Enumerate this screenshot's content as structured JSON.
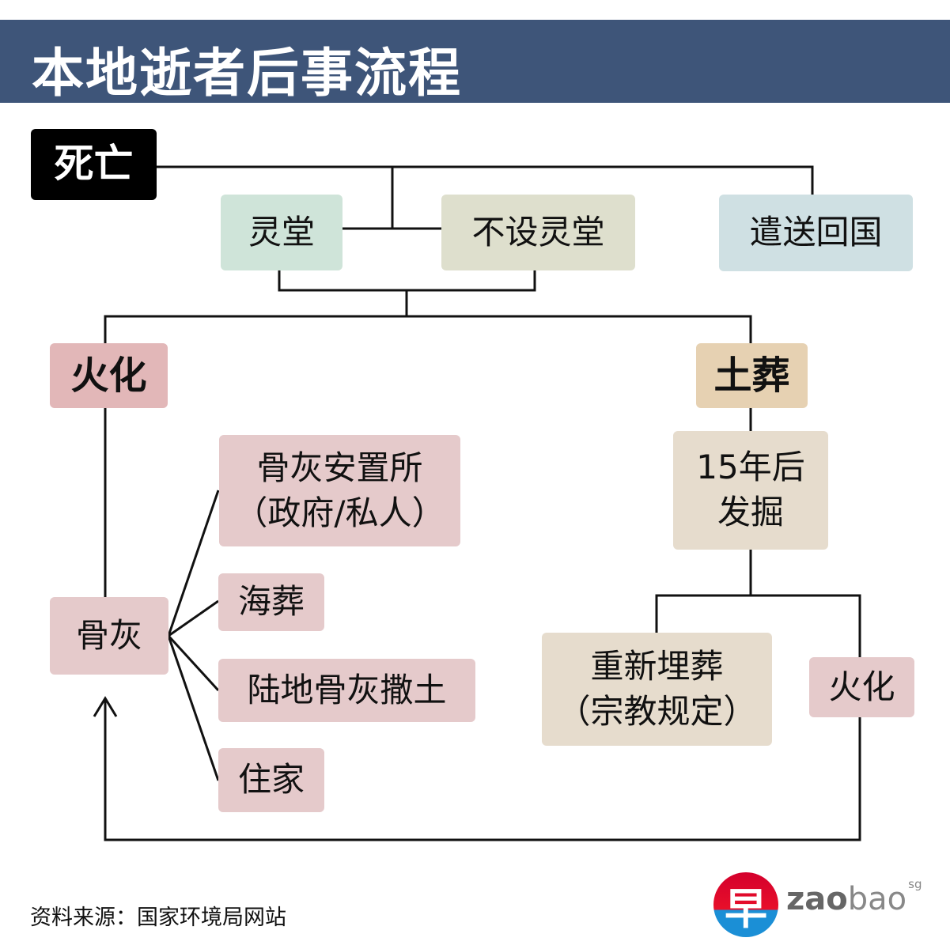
{
  "title": "本地逝者后事流程",
  "nodes": {
    "death": "死亡",
    "hall": "灵堂",
    "no_hall": "不设灵堂",
    "repatriate": "遣送回国",
    "cremation": "火化",
    "burial": "土葬",
    "exhume_1": "15年后",
    "exhume_2": "发掘",
    "columbarium_1": "骨灰安置所",
    "columbarium_2": "（政府/私人）",
    "sea": "海葬",
    "land": "陆地骨灰撒土",
    "home": "住家",
    "ashes": "骨灰",
    "rebury_1": "重新埋葬",
    "rebury_2": "（宗教规定）",
    "cremation2": "火化"
  },
  "source": "资料来源：国家环境局网站",
  "logo": {
    "glyph": "早",
    "bold": "zao",
    "light": "bao",
    "sup": "sg"
  },
  "colors": {
    "header": "#3e5579",
    "cremation": "#e2b7b8",
    "burial": "#e6d1b2",
    "pink": "#e5cacb",
    "beige": "#e6dccd"
  }
}
